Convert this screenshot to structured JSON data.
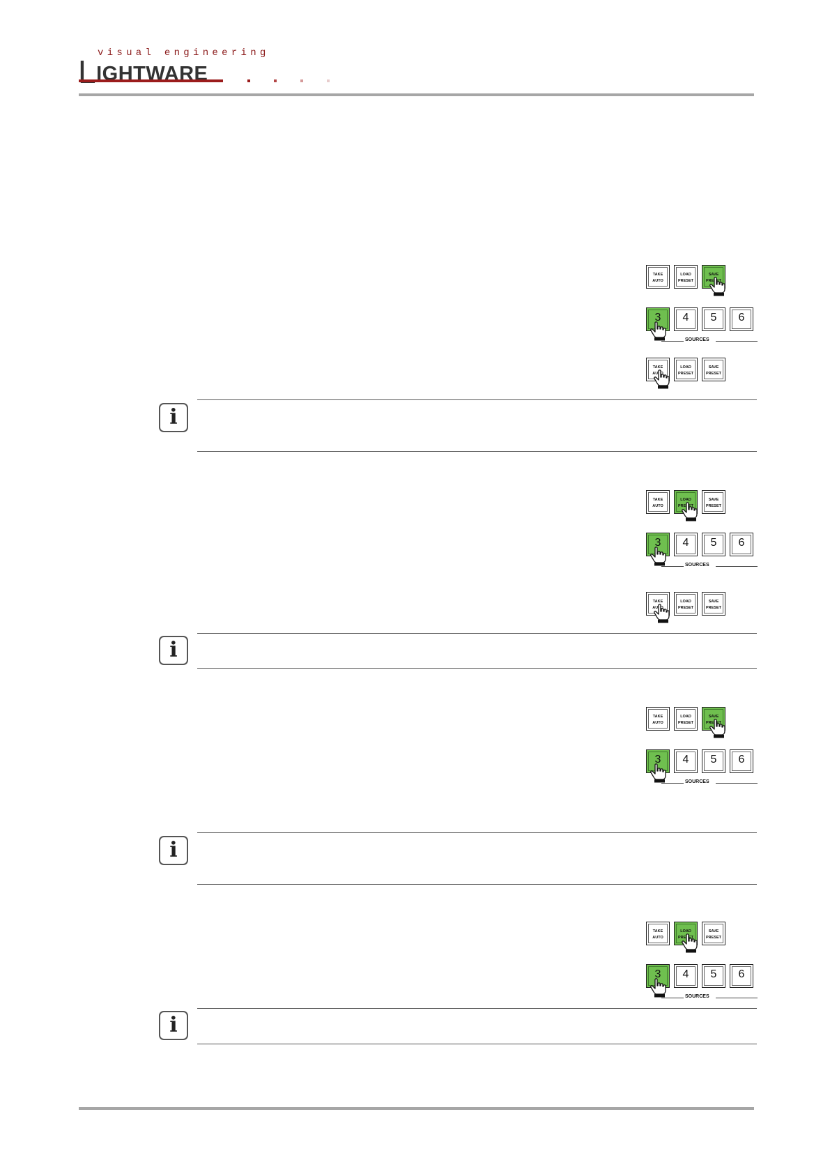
{
  "header": {
    "logo_tagline": "visual engineering",
    "logo_initial": "L",
    "logo_rest": "IGHTWARE"
  },
  "colors": {
    "brand_red": "#9b1c1c",
    "rule_gray": "#a6a6a6",
    "lit_green": "#6fbf4f"
  },
  "icons": {
    "info": "info-icon",
    "pointer": "hand-pointer-icon"
  },
  "control_labels": {
    "take_1": "TAKE",
    "take_2": "AUTO",
    "load_1": "LOAD",
    "load_2": "PRESET",
    "save_1": "SAVE",
    "save_2": "PRESET",
    "sources": "SOURCES",
    "src_3": "3",
    "src_4": "4",
    "src_5": "5",
    "src_6": "6"
  },
  "notes": [
    {
      "icon": "i"
    },
    {
      "icon": "i"
    },
    {
      "icon": "i"
    },
    {
      "icon": "i"
    }
  ]
}
